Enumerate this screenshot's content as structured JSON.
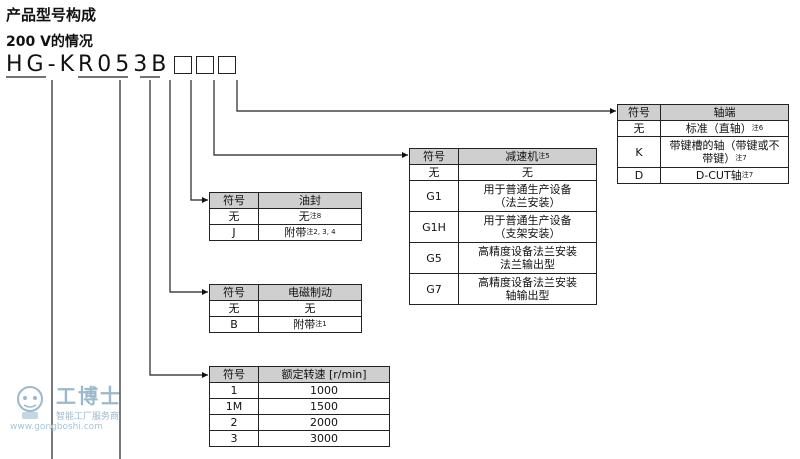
{
  "title": "产品型号构成",
  "subtitle": "200 V的情况",
  "model_chars": [
    "H",
    "G",
    "-",
    "K",
    "R",
    "0",
    "5",
    "3",
    "B"
  ],
  "tables": {
    "oil": {
      "headers": [
        "符号",
        "油封"
      ],
      "rows": [
        [
          "无",
          "无",
          "注8"
        ],
        [
          "J",
          "附带",
          "注2, 3, 4"
        ]
      ]
    },
    "brake": {
      "headers": [
        "符号",
        "电磁制动"
      ],
      "rows": [
        [
          "无",
          "无",
          ""
        ],
        [
          "B",
          "附带",
          "注1"
        ]
      ]
    },
    "speed": {
      "headers": [
        "符号",
        "额定转速 [r/min]"
      ],
      "rows": [
        [
          "1",
          "1000"
        ],
        [
          "1M",
          "1500"
        ],
        [
          "2",
          "2000"
        ],
        [
          "3",
          "3000"
        ]
      ]
    },
    "reducer": {
      "headers": [
        "符号",
        "减速机",
        "注5"
      ],
      "rows": [
        [
          "无",
          "无",
          ""
        ],
        [
          "G1",
          "用于普通生产设备",
          "（法兰安装）"
        ],
        [
          "G1H",
          "用于普通生产设备",
          "（支架安装）"
        ],
        [
          "G5",
          "高精度设备法兰安装",
          "法兰输出型"
        ],
        [
          "G7",
          "高精度设备法兰安装",
          "轴输出型"
        ]
      ]
    },
    "shaft": {
      "headers": [
        "符号",
        "轴端"
      ],
      "rows": [
        [
          "无",
          "标准（直轴）",
          "注6",
          ""
        ],
        [
          "K",
          "带键槽的轴（带键或不",
          "带键）",
          "注7"
        ],
        [
          "D",
          "D-CUT轴",
          "注7",
          ""
        ]
      ]
    }
  },
  "watermark": {
    "brand": "工博士",
    "slogan": "智能工厂服务商",
    "site": "www.gongboshi.com"
  }
}
